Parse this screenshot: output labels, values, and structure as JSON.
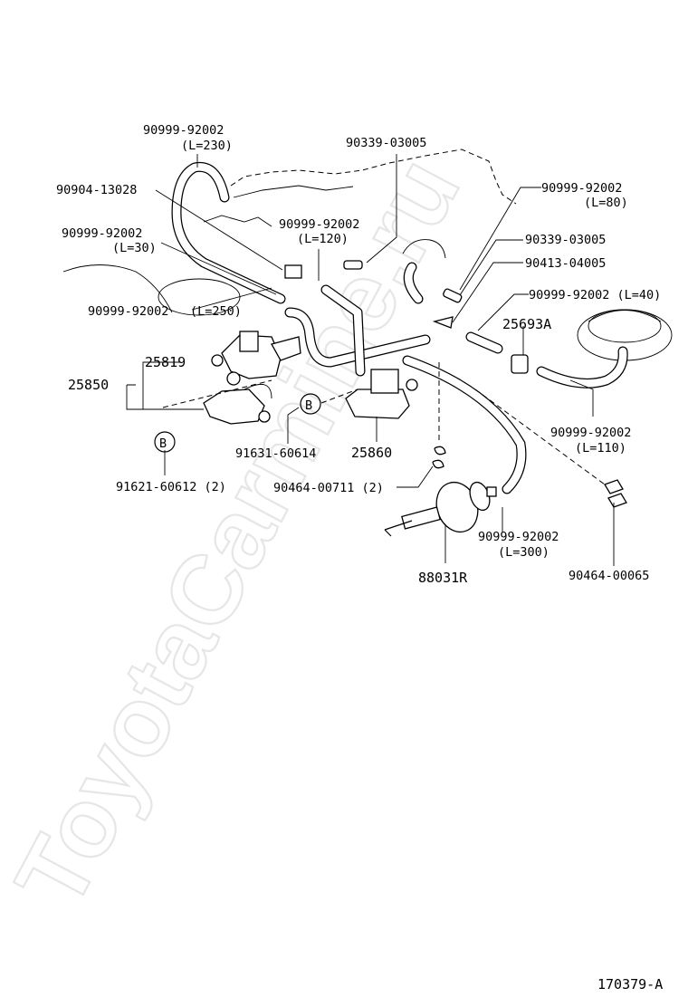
{
  "watermark": "ToyotaCarmine.ru",
  "figure_number": "170379-A",
  "labels": {
    "p1": "90999-92002",
    "p1_len": "(L=230)",
    "p2": "90339-03005",
    "p3": "90999-92002",
    "p3_len": "(L=80)",
    "p4": "90904-13028",
    "p5": "90999-92002",
    "p5_len": "(L=120)",
    "p6": "90999-92002",
    "p6_len": "(L=30)",
    "p7": "90339-03005",
    "p8": "90413-04005",
    "p9": "90999-92002",
    "p9_len": "(L=250)",
    "p10": "90999-92002 (L=40)",
    "p11": "25693A",
    "p12": "25819",
    "p13": "25850",
    "p14": "91631-60614",
    "p15": "25860",
    "p16": "90999-92002",
    "p16_len": "(L=110)",
    "p17": "91621-60612 (2)",
    "p18": "90464-00711 (2)",
    "p19": "90999-92002",
    "p19_len": "(L=300)",
    "p20": "88031R",
    "p21": "90464-00065",
    "ref_b": "B"
  }
}
